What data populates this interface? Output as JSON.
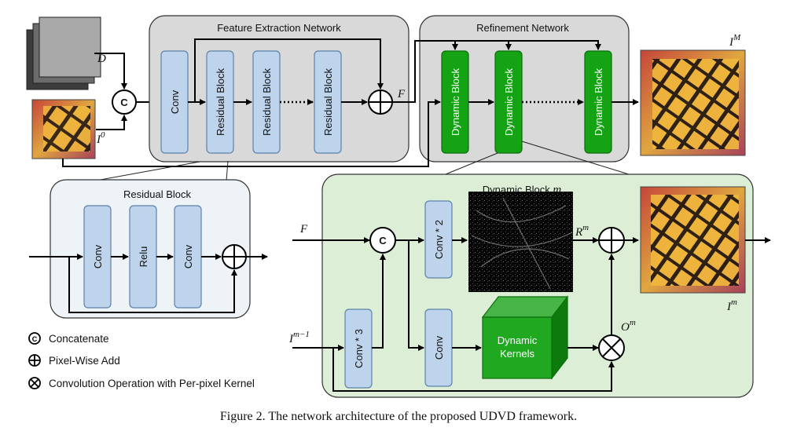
{
  "caption": "Figure 2. The network architecture of the proposed UDVD framework.",
  "regions": {
    "feature_extraction": "Feature Extraction Network",
    "refinement": "Refinement Network",
    "residual_block_detail": "Residual Block",
    "dynamic_block_detail_prefix": "Dynamic Block ",
    "dynamic_block_detail_var": "m"
  },
  "blocks": {
    "conv": "Conv",
    "residual": "Residual Block",
    "dynamic": "Dynamic Block",
    "relu": "Relu",
    "conv2": "Conv * 2",
    "conv3": "Conv * 3",
    "dyn_kernels_1": "Dynamic",
    "dyn_kernels_2": "Kernels"
  },
  "symbols": {
    "D": "D",
    "I0_base": "I",
    "I0_sup": "0",
    "F": "F",
    "IM_base": "I",
    "IM_sup": "M",
    "Rm_base": "R",
    "Rm_sup": "m",
    "Im_base": "I",
    "Im_sup": "m",
    "Im1_base": "I",
    "Im1_sup": "m−1",
    "Om_base": "O",
    "Om_sup": "m",
    "concat": "C"
  },
  "legend": [
    {
      "symbol": "concat",
      "label": "Concatenate"
    },
    {
      "symbol": "add",
      "label": "Pixel-Wise Add"
    },
    {
      "symbol": "mult",
      "label": "Convolution Operation with Per-pixel Kernel"
    }
  ],
  "colors": {
    "blue_block": "#bdd4ec",
    "green_block": "#15a315",
    "panel_gray": "#d9d9d9",
    "panel_green": "#dcefd6",
    "panel_light": "#eef3f8"
  }
}
